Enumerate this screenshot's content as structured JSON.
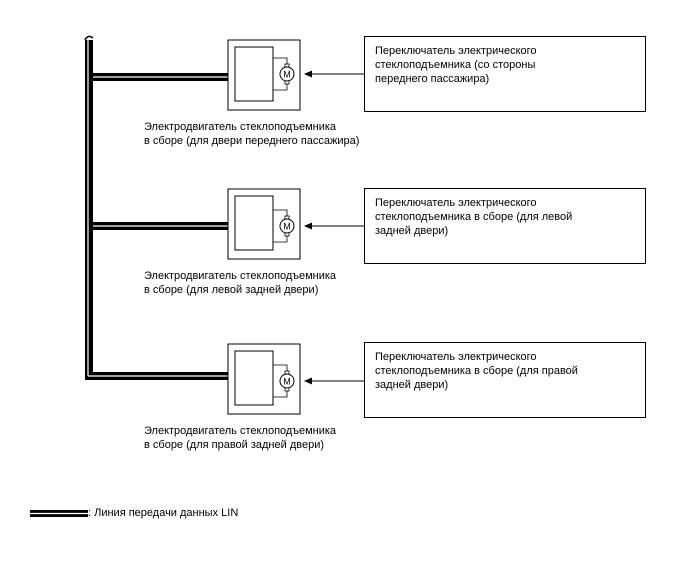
{
  "units": [
    {
      "motor_label": "Электродвигатель стеклоподъемника\nв сборе (для двери переднего пассажира)",
      "switch_label": "Переключатель электрического\nстеклоподъемника (со стороны\nпереднего пассажира)",
      "motor_symbol": "M"
    },
    {
      "motor_label": "Электродвигатель стеклоподъемника\nв сборе (для левой задней двери)",
      "switch_label": "Переключатель электрического\nстеклоподъемника в сборе (для левой\nзадней двери)",
      "motor_symbol": "M"
    },
    {
      "motor_label": "Электродвигатель стеклоподъемника\nв сборе (для правой задней двери)",
      "switch_label": "Переключатель электрического\nстеклоподъемника в сборе (для правой\nзадней двери)",
      "motor_symbol": "M"
    }
  ],
  "legend": {
    "text": ": Линия передачи данных LIN",
    "symbol": "lin-bus-line"
  },
  "colors": {
    "line": "#000000",
    "background": "#ffffff"
  }
}
